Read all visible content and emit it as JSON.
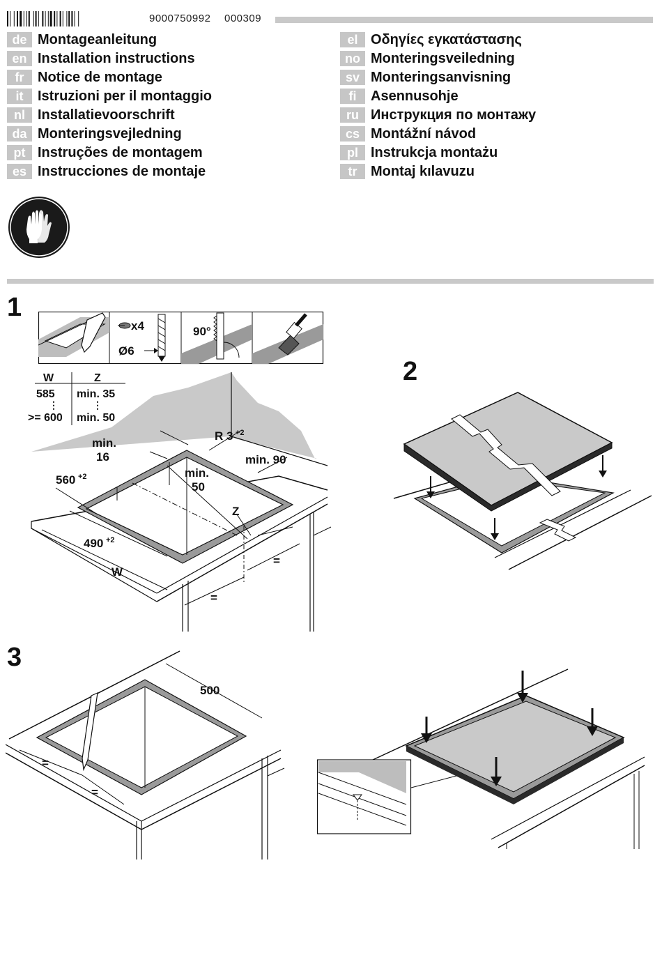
{
  "header": {
    "article_number": "9000750992",
    "version_code": "000309"
  },
  "languages_left": [
    {
      "code": "de",
      "title": "Montageanleitung"
    },
    {
      "code": "en",
      "title": "Installation instructions"
    },
    {
      "code": "fr",
      "title": "Notice de montage"
    },
    {
      "code": "it",
      "title": "Istruzioni per il montaggio"
    },
    {
      "code": "nl",
      "title": "Installatievoorschrift"
    },
    {
      "code": "da",
      "title": "Monteringsvejledning"
    },
    {
      "code": "pt",
      "title": "Instruções de montagem"
    },
    {
      "code": "es",
      "title": "Instrucciones de montaje"
    }
  ],
  "languages_right": [
    {
      "code": "el",
      "title": "Οδηγίες εγκατάστασης"
    },
    {
      "code": "no",
      "title": "Monteringsveiledning"
    },
    {
      "code": "sv",
      "title": "Monteringsanvisning"
    },
    {
      "code": "fi",
      "title": "Asennusohje"
    },
    {
      "code": "ru",
      "title": "Инструкция по монтажу"
    },
    {
      "code": "cs",
      "title": "Montážní návod"
    },
    {
      "code": "pl",
      "title": "Instrukcja montażu"
    },
    {
      "code": "tr",
      "title": "Montaj kılavuzu"
    }
  ],
  "icons": {
    "safety": "gloves-icon"
  },
  "step1": {
    "number": "1",
    "tools": {
      "drill_count": "x4",
      "drill_diameter": "Ø6",
      "angle": "90°"
    },
    "table": {
      "col_w": "W",
      "col_z": "Z",
      "row1_w": "585",
      "row1_z": "min. 35",
      "row2_w": ">= 600",
      "row2_z": "min. 50"
    },
    "dims": {
      "radius": "R 3",
      "radius_tol": "+2",
      "min16_a": "min.",
      "min16_b": "16",
      "min90": "min. 90",
      "d560": "560",
      "d560_tol": "+2",
      "min50_a": "min.",
      "min50_b": "50",
      "z": "Z",
      "d490": "490",
      "d490_tol": "+2",
      "w": "W",
      "eq1": "=",
      "eq2": "="
    }
  },
  "step2": {
    "number": "2"
  },
  "step3": {
    "number": "3",
    "dims": {
      "d500": "500",
      "eq1": "=",
      "eq2": "="
    }
  }
}
